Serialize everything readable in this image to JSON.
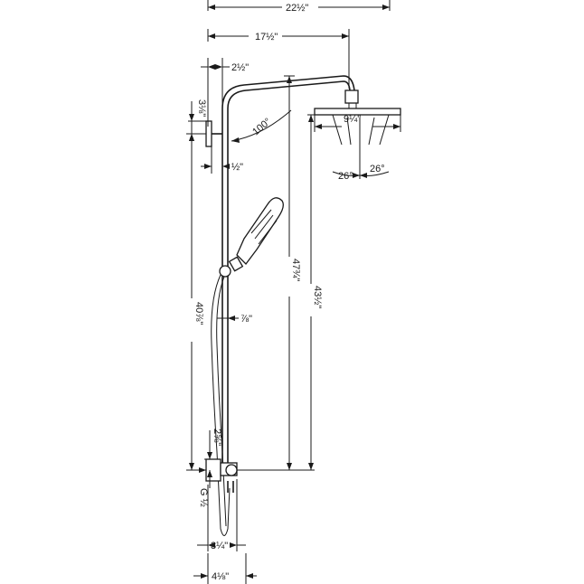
{
  "dimensions": {
    "overall_width": "22½\"",
    "arm_length": "17½\"",
    "arm_offset": "2½\"",
    "wall_mount_height": "3⅛\"",
    "pipe_offset": "½\"",
    "arm_angle": "100°",
    "head_diameter": "9¼\"",
    "spray_angle_left": "26°",
    "spray_angle_right": "26°",
    "bracket_span": "40⅞\"",
    "hand_shower_offset": "⅞\"",
    "head_height_total": "47¾\"",
    "head_height_from_valve": "43½\"",
    "valve_height": "2⅝\"",
    "inlet_thread": "G ½",
    "valve_depth": "3¼\"",
    "overall_depth": "4⅛\""
  }
}
